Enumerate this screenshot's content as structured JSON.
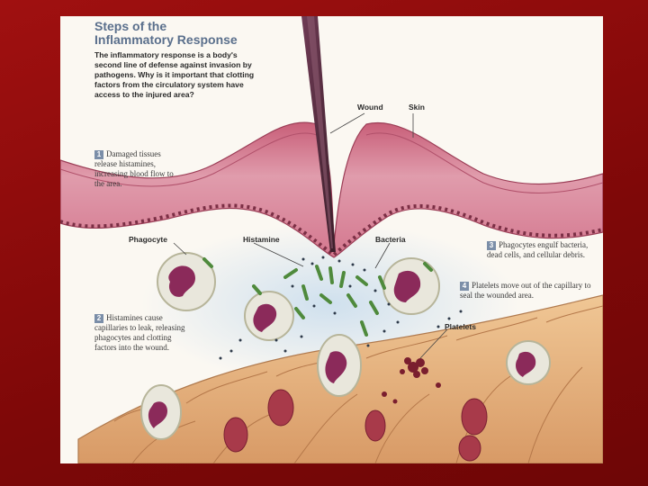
{
  "figure": {
    "title_line1": "Steps of the",
    "title_line2": "Inflammatory Response",
    "intro": "The inflammatory response is a body's second line of defense against invasion by pathogens. Why is it important that clotting factors from the circulatory system have access to the injured area?"
  },
  "labels": {
    "wound": "Wound",
    "skin": "Skin",
    "phagocyte": "Phagocyte",
    "histamine": "Histamine",
    "bacteria": "Bacteria",
    "platelets": "Platelets"
  },
  "steps": [
    {
      "num": "1",
      "text": "Damaged tissues release histamines, increasing blood flow to the area."
    },
    {
      "num": "2",
      "text": "Histamines cause capillaries to leak, releasing phagocytes and clotting factors into the wound."
    },
    {
      "num": "3",
      "text": "Phagocytes engulf bacteria, dead cells, and cellular debris."
    },
    {
      "num": "4",
      "text": "Platelets move out of the capillary to seal the wounded area."
    }
  ],
  "colors": {
    "background": "#8b0a0a",
    "panel": "#fbf8f2",
    "skin": "#d98a9a",
    "cell": "#e6b07e",
    "blood_cell": "#a83a4a",
    "bacteria": "#4f8a3c"
  }
}
